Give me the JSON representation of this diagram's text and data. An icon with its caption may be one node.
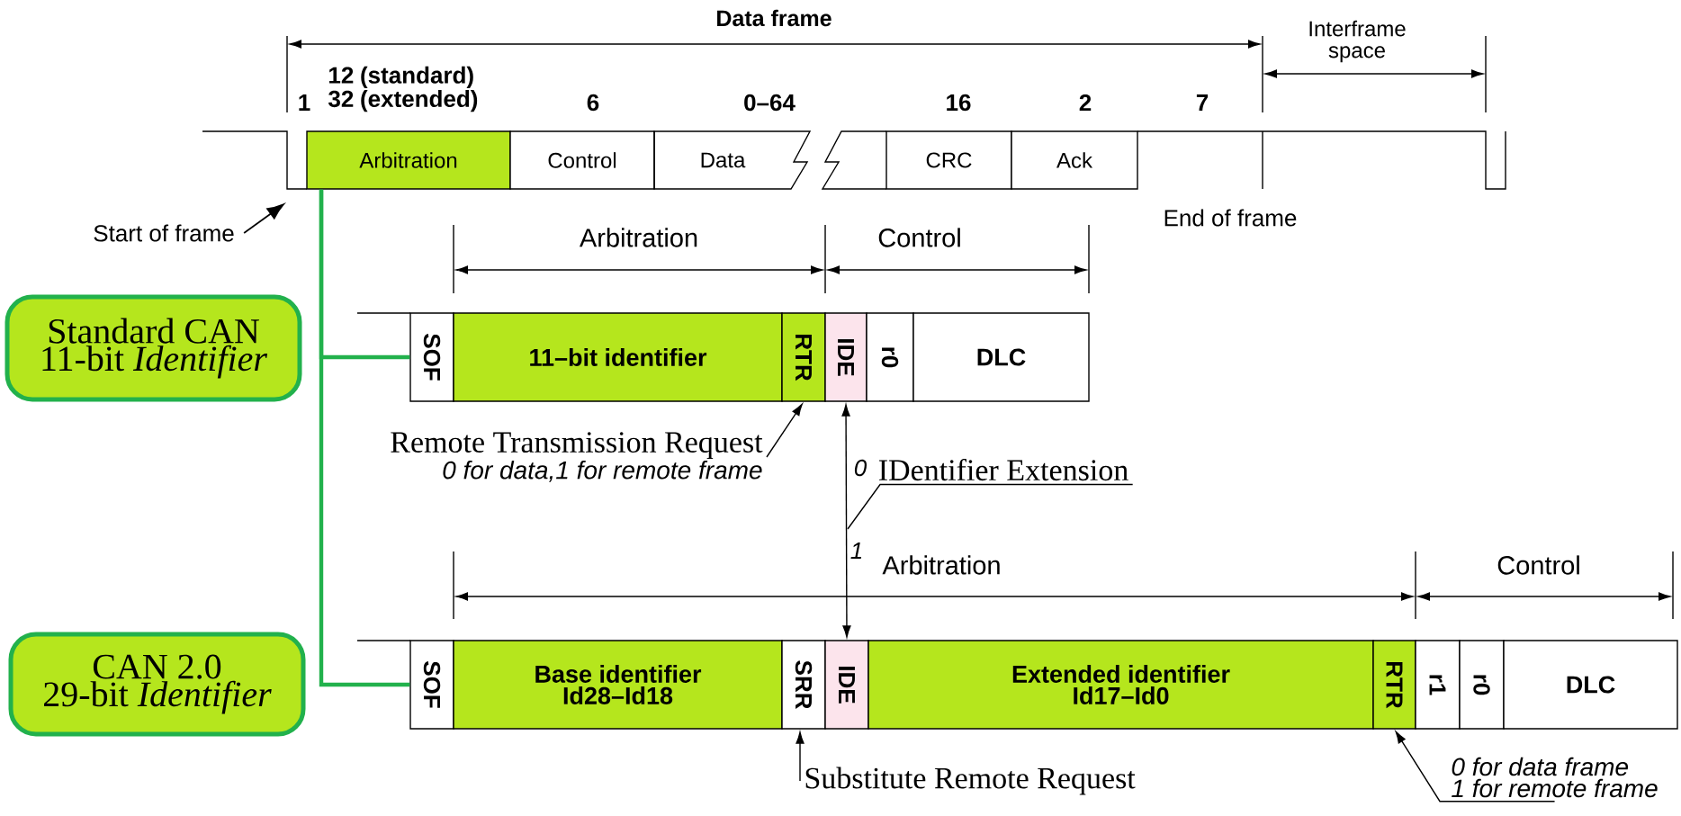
{
  "diagram": {
    "nodes": [
      {
        "text": [
          "Arbitration"
        ]
      },
      {
        "text": [
          "Control"
        ]
      },
      {
        "text": [
          "Data"
        ]
      },
      {
        "text": [
          "CRC"
        ]
      },
      {
        "text": [
          "Ack"
        ]
      },
      {
        "text": [
          "Start of frame"
        ]
      },
      {
        "text": [
          "Standard CAN",
          "11-bit *Identifier*"
        ]
      },
      {
        "text": [
          "SOF"
        ]
      },
      {
        "text": [
          "11–bit identifier"
        ]
      },
      {
        "text": [
          "RTR"
        ]
      },
      {
        "text": [
          "IDE"
        ]
      },
      {
        "text": [
          "r0"
        ]
      },
      {
        "text": [
          "DLC"
        ]
      },
      {
        "text": [
          "Remote Transmission Request",
          "0 for data,1 for remote frame"
        ]
      },
      {
        "text": [
          "IDentifier Extension"
        ]
      },
      {
        "text": [
          "CAN 2.0",
          "29-bit *Identifier*"
        ]
      },
      {
        "text": [
          "SOF"
        ]
      },
      {
        "text": [
          "Base identifier",
          "Id28–Id18"
        ]
      },
      {
        "text": [
          "SRR"
        ]
      },
      {
        "text": [
          "IDE"
        ]
      },
      {
        "text": [
          "Extended identifier",
          "Id17–Id0"
        ]
      },
      {
        "text": [
          "RTR"
        ]
      },
      {
        "text": [
          "r1"
        ]
      },
      {
        "text": [
          "r0"
        ]
      },
      {
        "text": [
          "DLC"
        ]
      },
      {
        "text": [
          "Substitute Remote Request"
        ]
      },
      {
        "text": [
          "0 for data frame",
          "1 for remote frame"
        ]
      }
    ],
    "edges": [
      {
        "from": 5,
        "to": null,
        "arrow": "to"
      },
      {
        "from": 0,
        "to": 7,
        "arrow": "none",
        "style": "thick",
        "color": "#22b14c"
      },
      {
        "from": 0,
        "to": 16,
        "arrow": "none",
        "style": "thick",
        "color": "#22b14c"
      },
      {
        "from": 13,
        "to": 9,
        "arrow": "to"
      },
      {
        "from": 10,
        "to": 19,
        "arrow": "both"
      },
      {
        "from": 14,
        "to": null,
        "arrow": "none"
      },
      {
        "from": 25,
        "to": 18,
        "arrow": "to"
      },
      {
        "from": 26,
        "to": 21,
        "arrow": "to"
      }
    ],
    "labels": [
      "Data frame",
      "Interframe space",
      "12 (standard) 32 (extended)",
      "1",
      "6",
      "0–64",
      "16",
      "2",
      "7",
      "End of frame",
      "Arbitration",
      "Control",
      "0",
      "1",
      "Arbitration",
      "Control"
    ]
  }
}
